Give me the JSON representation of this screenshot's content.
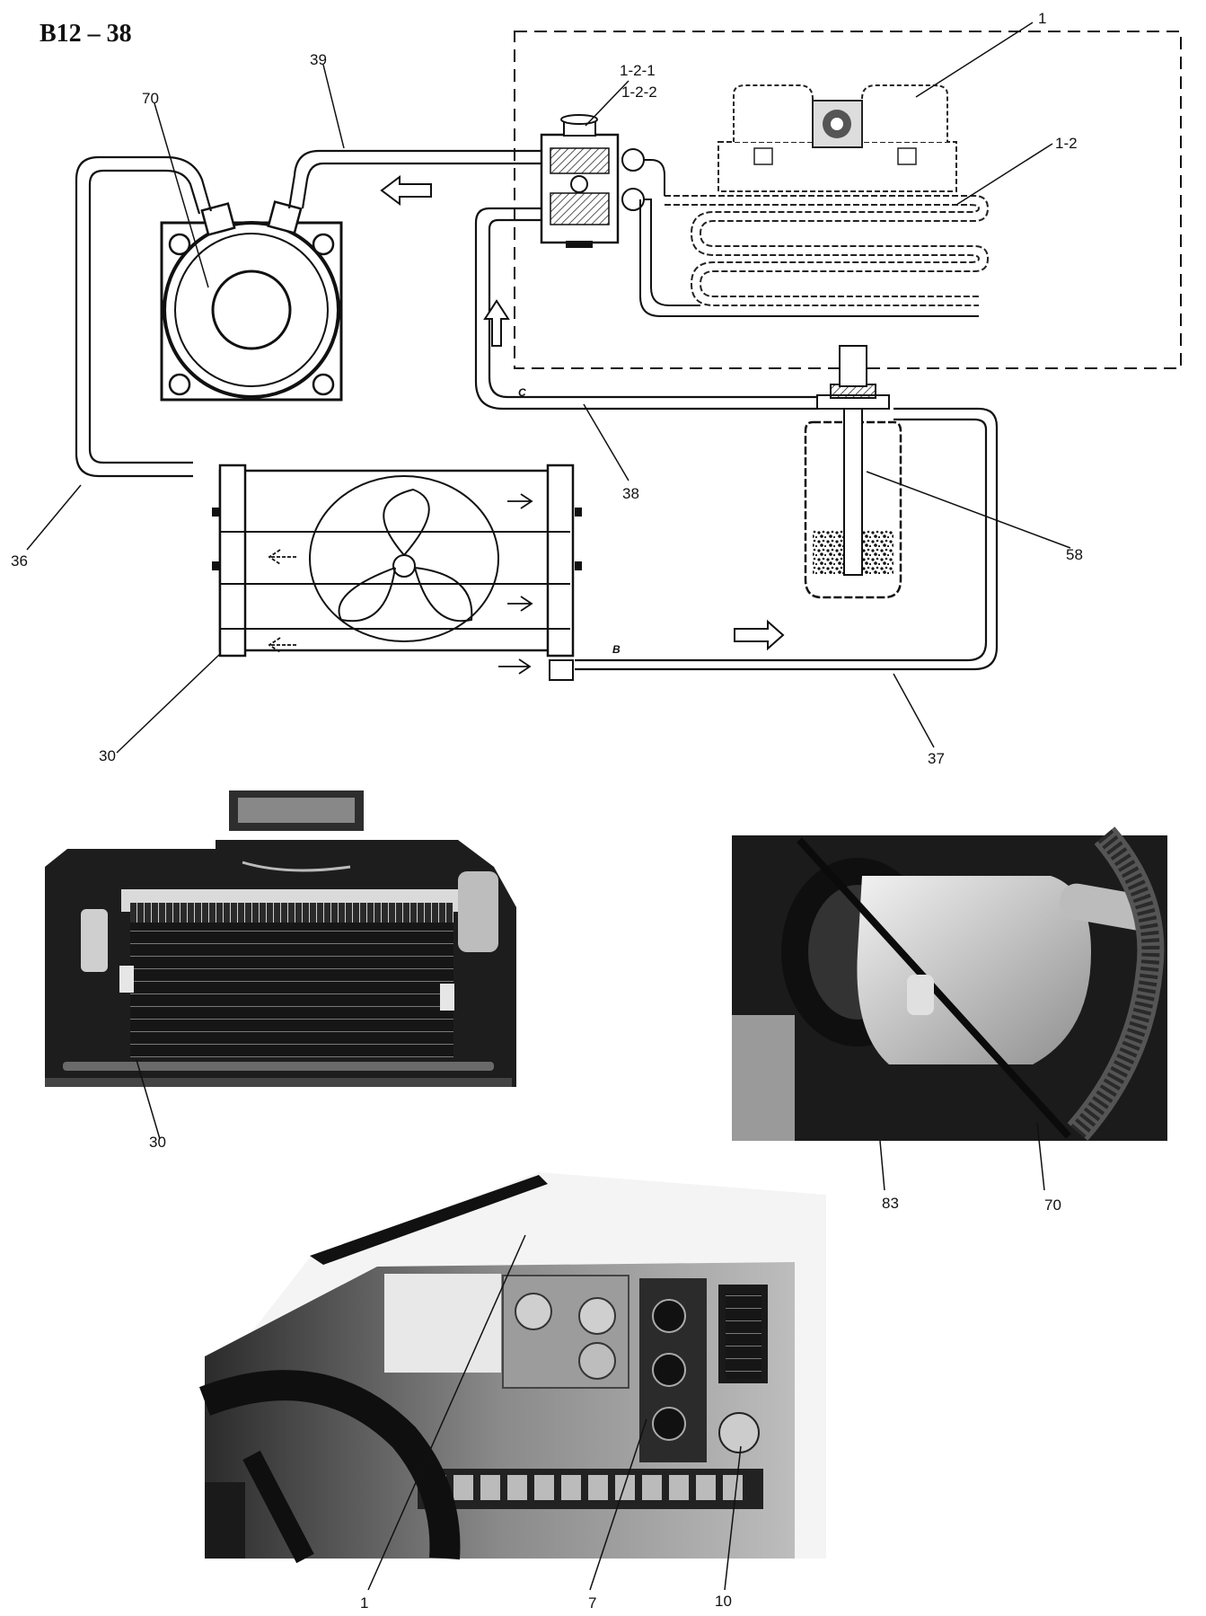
{
  "page_id": "B12 – 38",
  "labels": {
    "l1_top": "1",
    "l121": "1-2-1",
    "l122": "1-2-2",
    "l12": "1-2",
    "l39": "39",
    "l70_top": "70",
    "l36": "36",
    "l38": "38",
    "l58": "58",
    "l30_top": "30",
    "l37": "37",
    "l30_photo": "30",
    "l83": "83",
    "l70_photo": "70",
    "l1_dash": "1",
    "l7": "7",
    "l10": "10"
  },
  "pipe_marks": {
    "b": "B",
    "c": "C"
  },
  "colors": {
    "ink": "#111111",
    "photo_dark": "#1a1a1a",
    "photo_mid": "#777777",
    "photo_light": "#d9d9d9"
  }
}
